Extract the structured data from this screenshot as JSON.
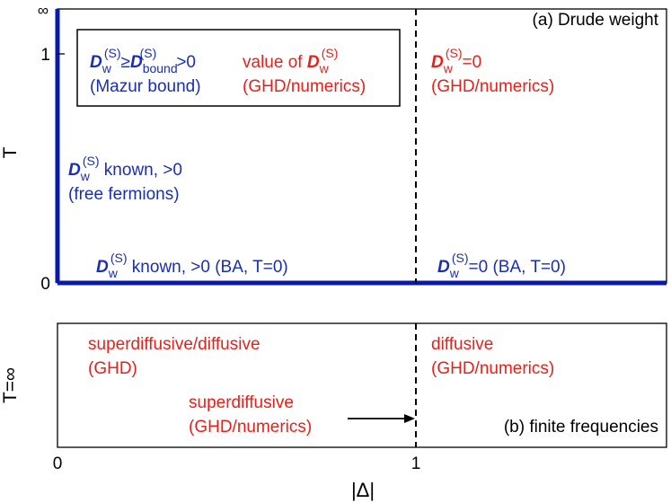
{
  "colors": {
    "blue": "#1a2fb0",
    "red": "#e8201a",
    "axis_blue": "#0a1aa8",
    "black": "#000000"
  },
  "panel_a": {
    "title": "(a) Drude weight",
    "y_axis_label": "T",
    "y_ticks": {
      "zero": "0",
      "one": "1",
      "inf": "∞"
    },
    "legend_box": {
      "left_line1": {
        "sym": "D",
        "sub": "w",
        "sup": "(S)",
        "rel": "≥",
        "sym2": "D",
        "sub2": "bound",
        "sup2": "(S)",
        "tail": ">0"
      },
      "left_line2": "(Mazur bound)",
      "right_line1": {
        "text": "value of ",
        "sym": "D",
        "sub": "w",
        "sup": "(S)"
      },
      "right_line2": "(GHD/numerics)"
    },
    "right_region": {
      "line1": {
        "sym": "D",
        "sub": "w",
        "sup": "(S)",
        "tail": "=0"
      },
      "line2": "(GHD/numerics)"
    },
    "free_fermions": {
      "line1": {
        "sym": "D",
        "sub": "w",
        "sup": "(S)",
        "tail": " known, >0"
      },
      "line2": "(free fermions)"
    },
    "bottom_left": {
      "sym": "D",
      "sub": "w",
      "sup": "(S)",
      "tail": " known, >0 (BA, T=0)"
    },
    "bottom_right": {
      "sym": "D",
      "sub": "w",
      "sup": "(S)",
      "tail": "=0 (BA, T=0)"
    }
  },
  "panel_b": {
    "title": "(b) finite frequencies",
    "y_axis_label": "T=∞",
    "left_top_line1": "superdiffusive/diffusive",
    "left_top_line2": "(GHD)",
    "middle_line1": "superdiffusive",
    "middle_line2": "(GHD/numerics)",
    "right_line1": "diffusive",
    "right_line2": "(GHD/numerics)"
  },
  "x_axis": {
    "label": "|Δ|",
    "tick_zero": "0",
    "tick_one": "1"
  }
}
